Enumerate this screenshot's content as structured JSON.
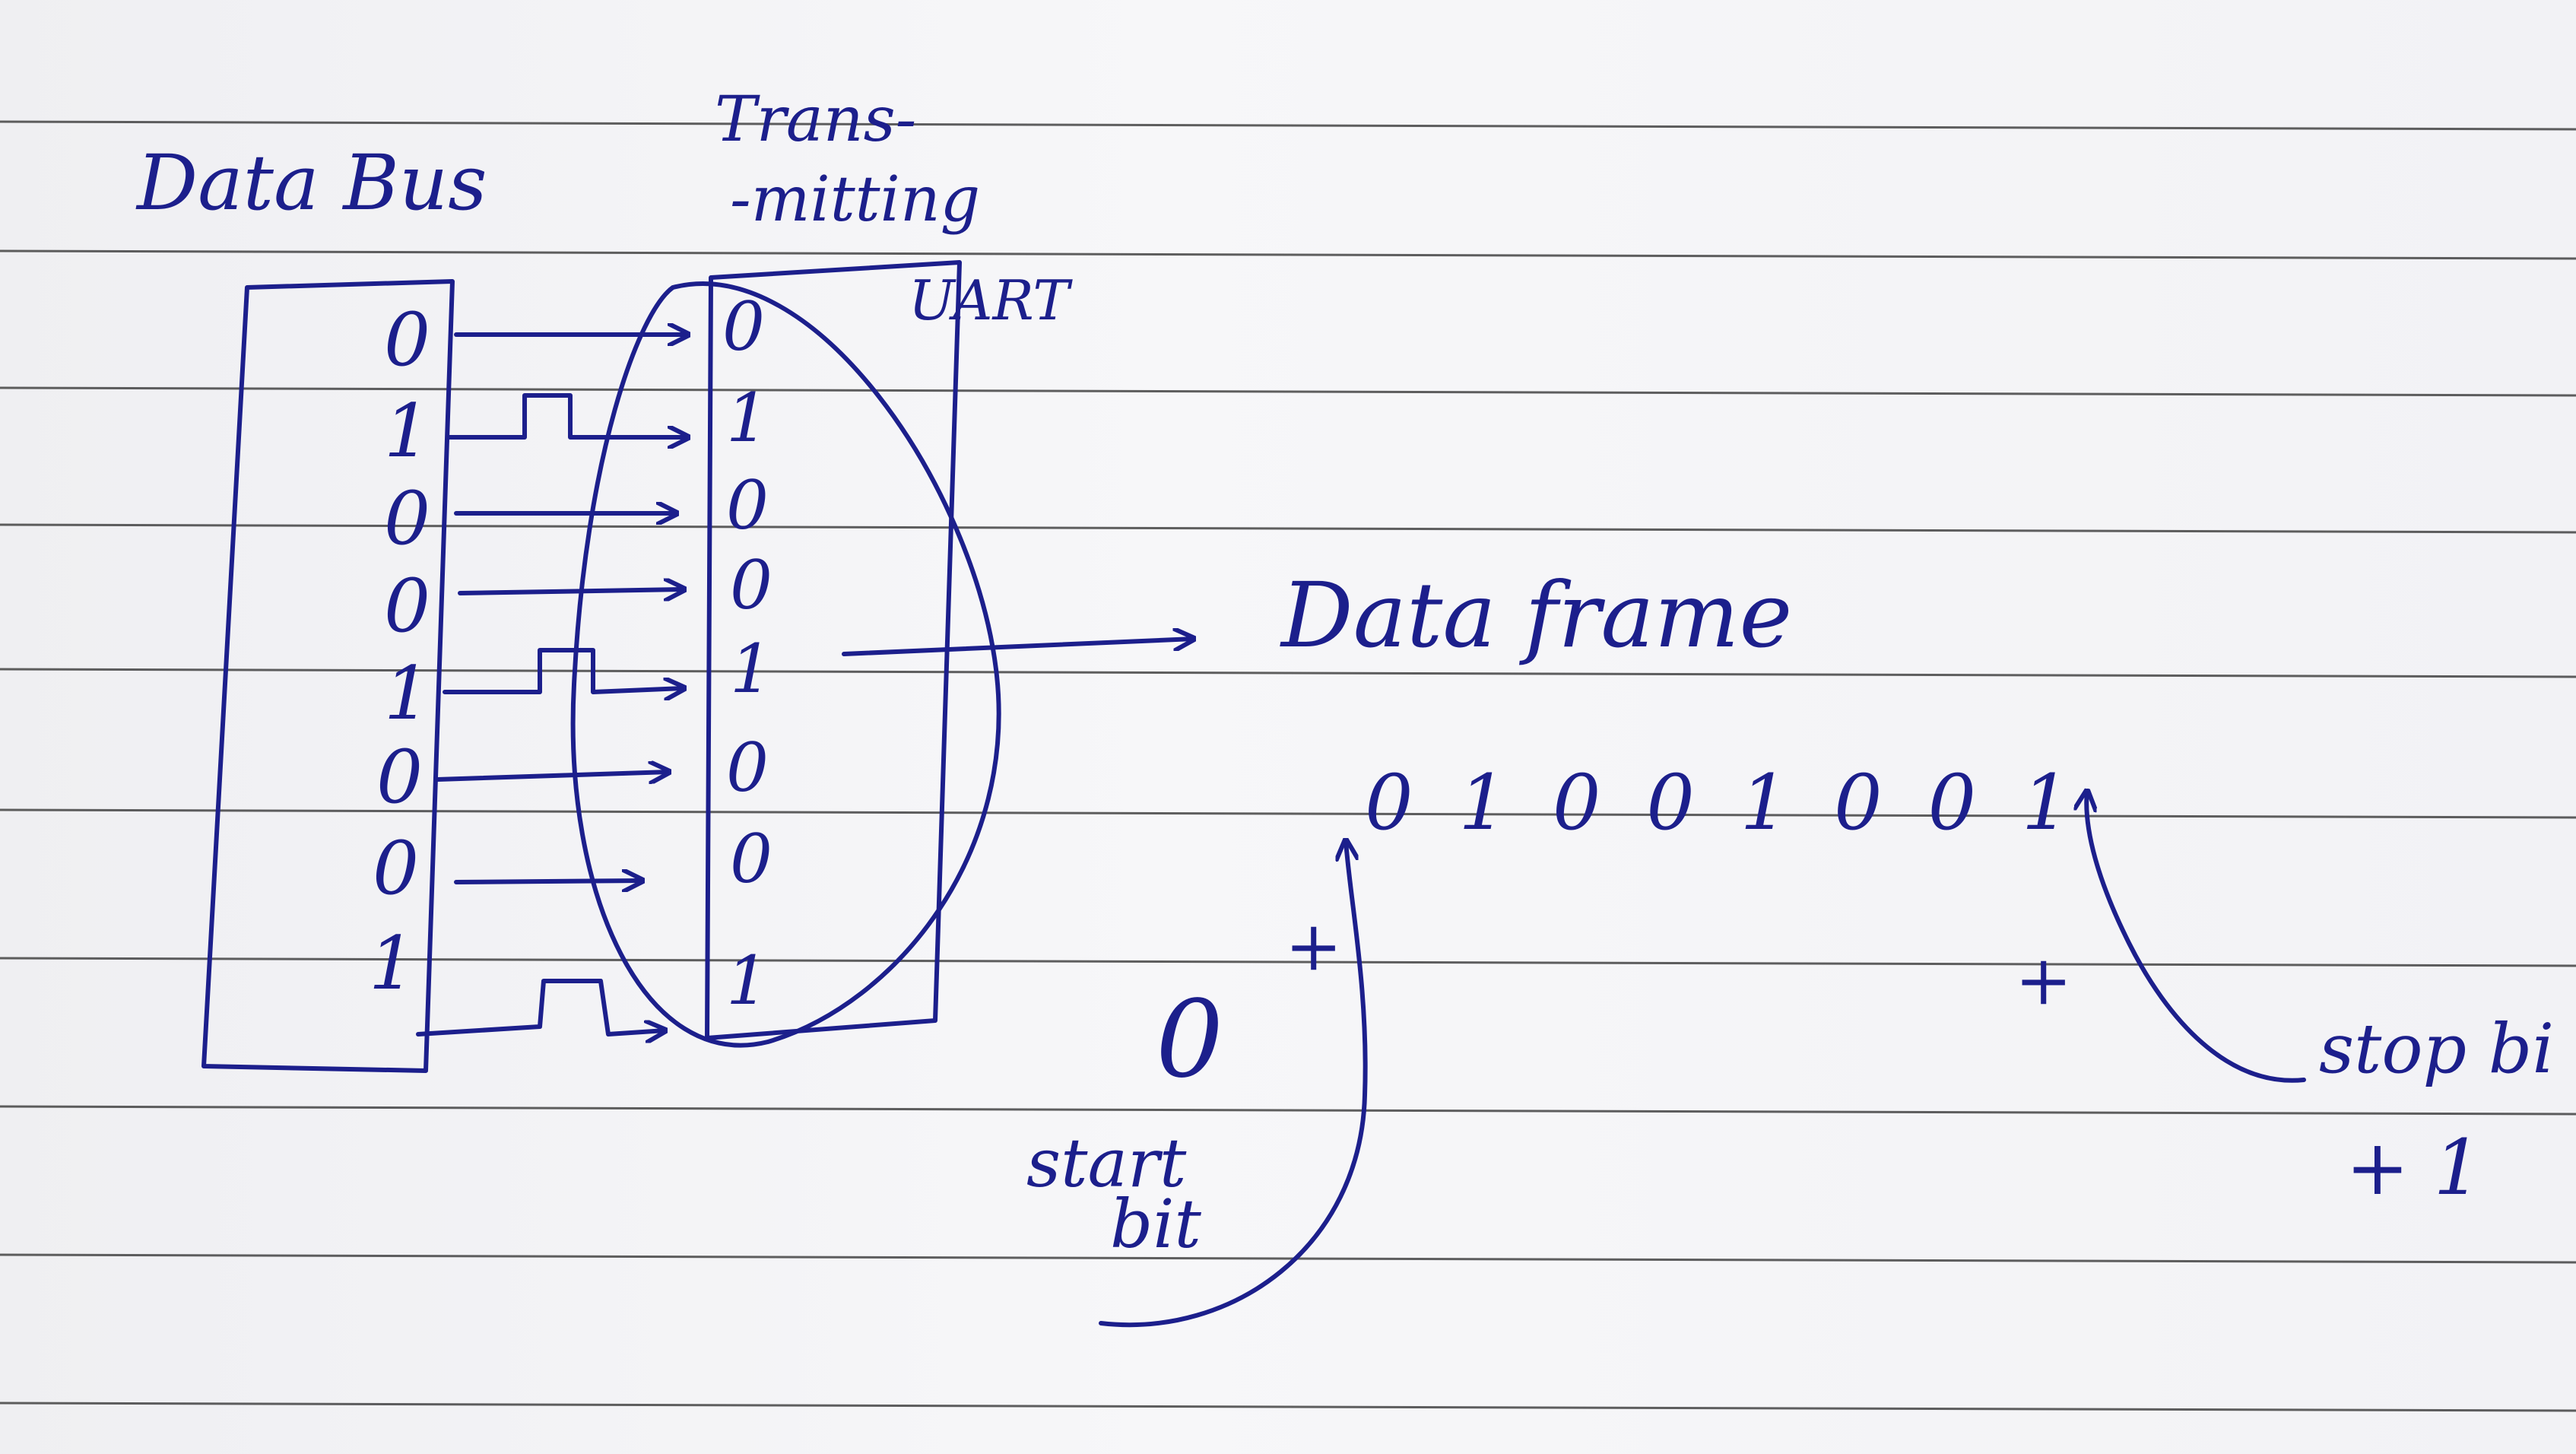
{
  "labels": {
    "data_bus": "Data Bus",
    "transmitting_line1": "Trans-",
    "transmitting_line2": "-mitting",
    "uart": "UART",
    "data_frame": "Data frame",
    "frame_bits": "0 1 0 0 1 0 0 1",
    "start_value": "0",
    "start_line1": "start",
    "start_line2": "bit",
    "plus_start": "+",
    "plus_stop": "+",
    "stop_label": "stop bi",
    "stop_value": "+ 1"
  },
  "data_bus_bits": [
    "0",
    "1",
    "0",
    "0",
    "1",
    "0",
    "0",
    "1"
  ],
  "uart_bits": [
    "0",
    "1",
    "0",
    "0",
    "1",
    "0",
    "0",
    "1"
  ],
  "colors": {
    "ink": "#1c1f8c",
    "rule": "#2b2b2b",
    "paper": "#f4f4f6"
  }
}
